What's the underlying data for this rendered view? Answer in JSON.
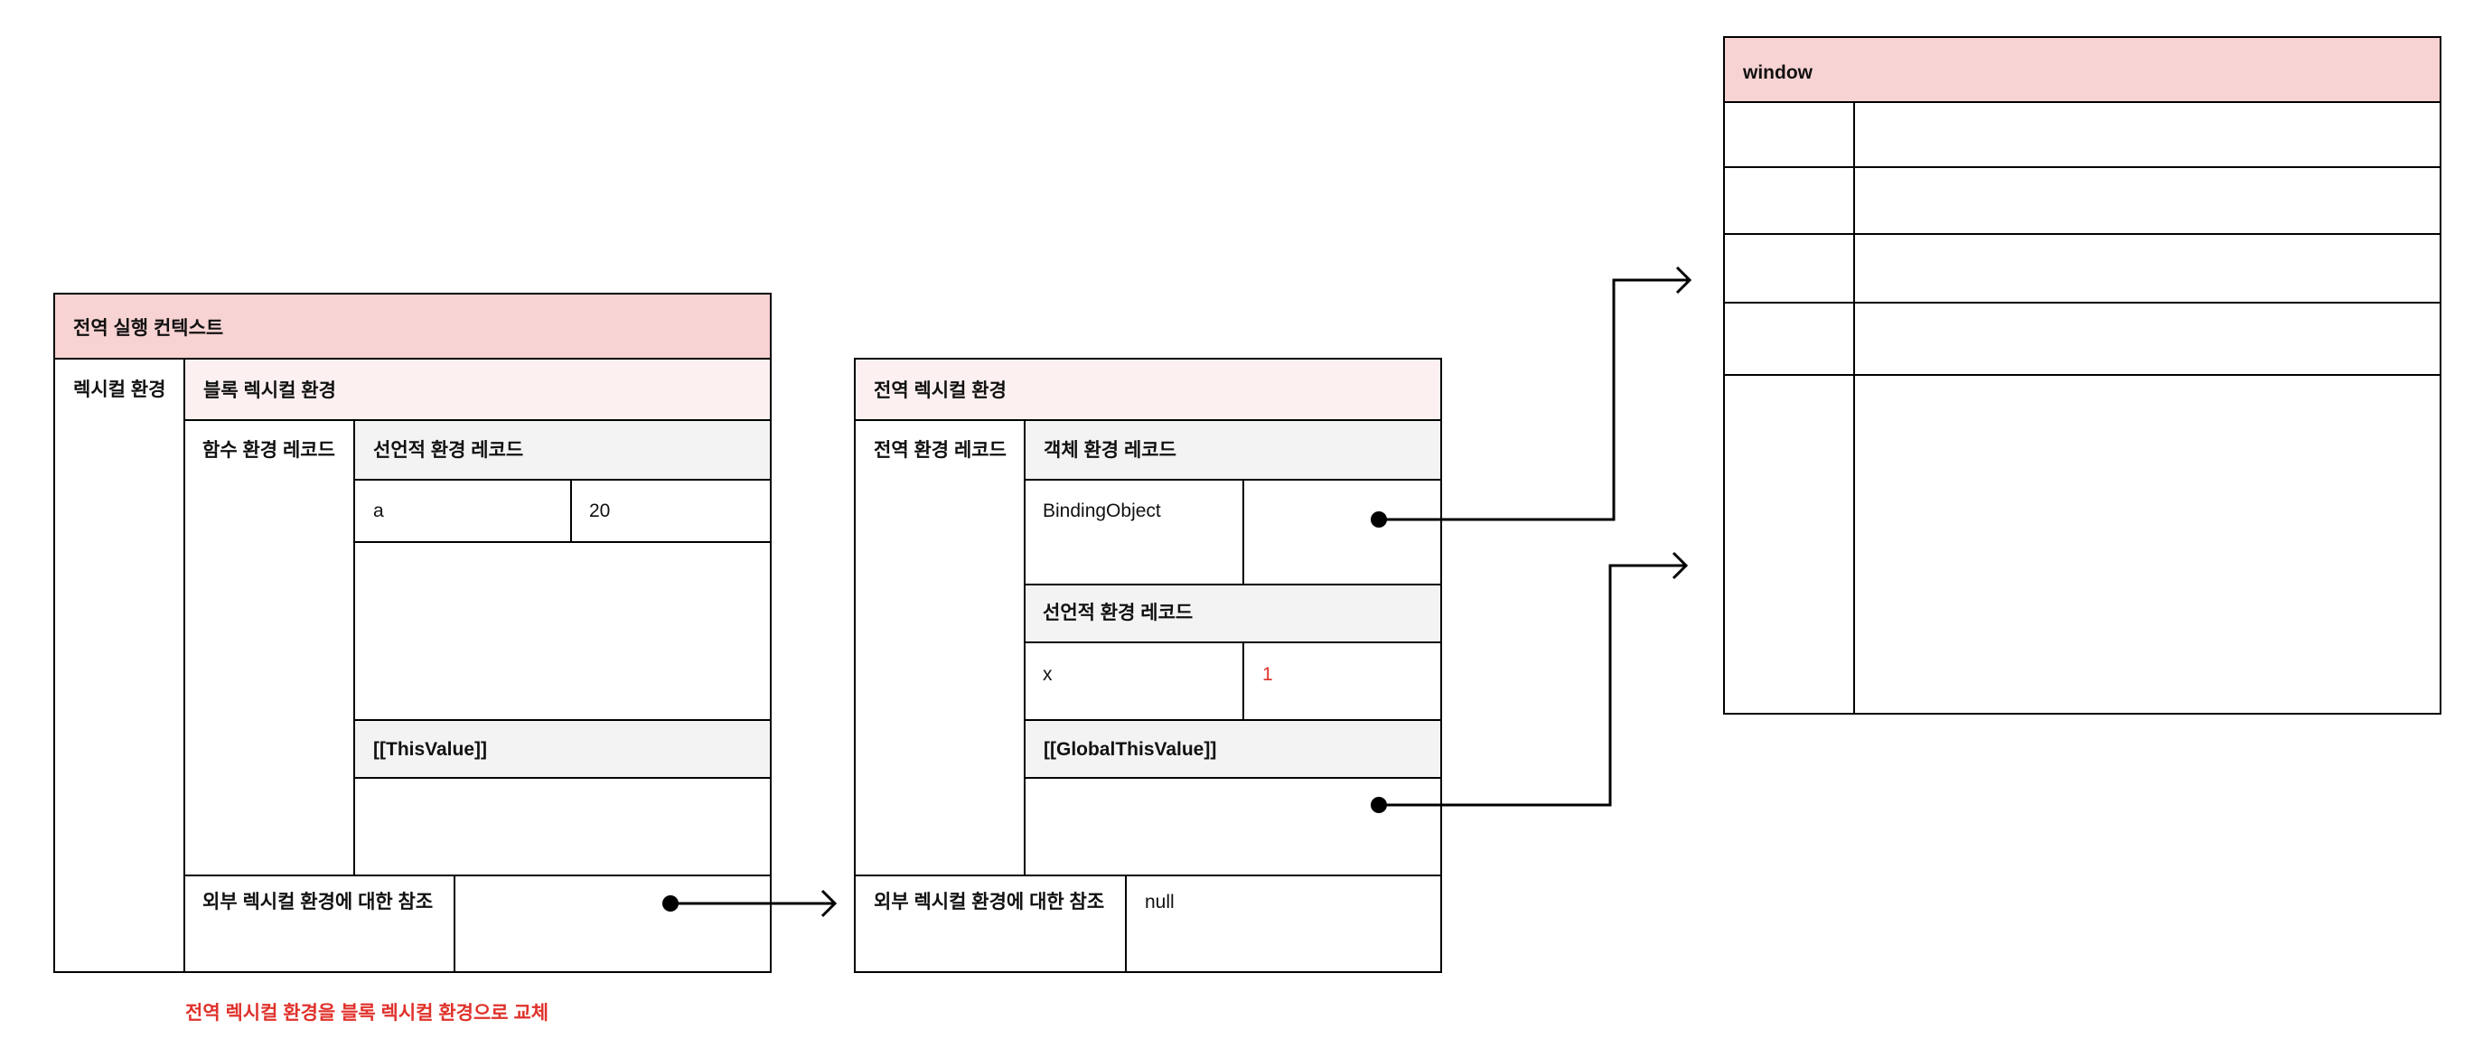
{
  "global_execution_context": {
    "title": "전역 실행 컨텍스트",
    "lexical_env_label": "렉시컬 환경",
    "block_lexical_env": "블록 렉시컬 환경",
    "function_env_record": "함수 환경 레코드",
    "declarative_env_record": "선언적 환경 레코드",
    "binding_name": "a",
    "binding_value": "20",
    "this_value": "[[ThisValue]]",
    "outer_ref": "외부 렉시컬 환경에 대한 참조"
  },
  "global_lexical_env": {
    "title": "전역 렉시컬 환경",
    "global_env_record": "전역 환경 레코드",
    "object_env_record": "객체 환경 레코드",
    "binding_object": "BindingObject",
    "declarative_env_record": "선언적 환경 레코드",
    "binding_name": "x",
    "binding_value": "1",
    "global_this_value": "[[GlobalThisValue]]",
    "outer_ref": "외부 렉시컬 환경에 대한 참조",
    "outer_ref_value": "null"
  },
  "window": {
    "title": "window"
  },
  "note": "전역 렉시컬 환경을 블록 렉시컬 환경으로 교체",
  "colors": {
    "header_pink": "#f8d3d3",
    "light_pink": "#fcf0f0",
    "gray": "#f3f3f3",
    "accent_red": "#e0312b"
  }
}
